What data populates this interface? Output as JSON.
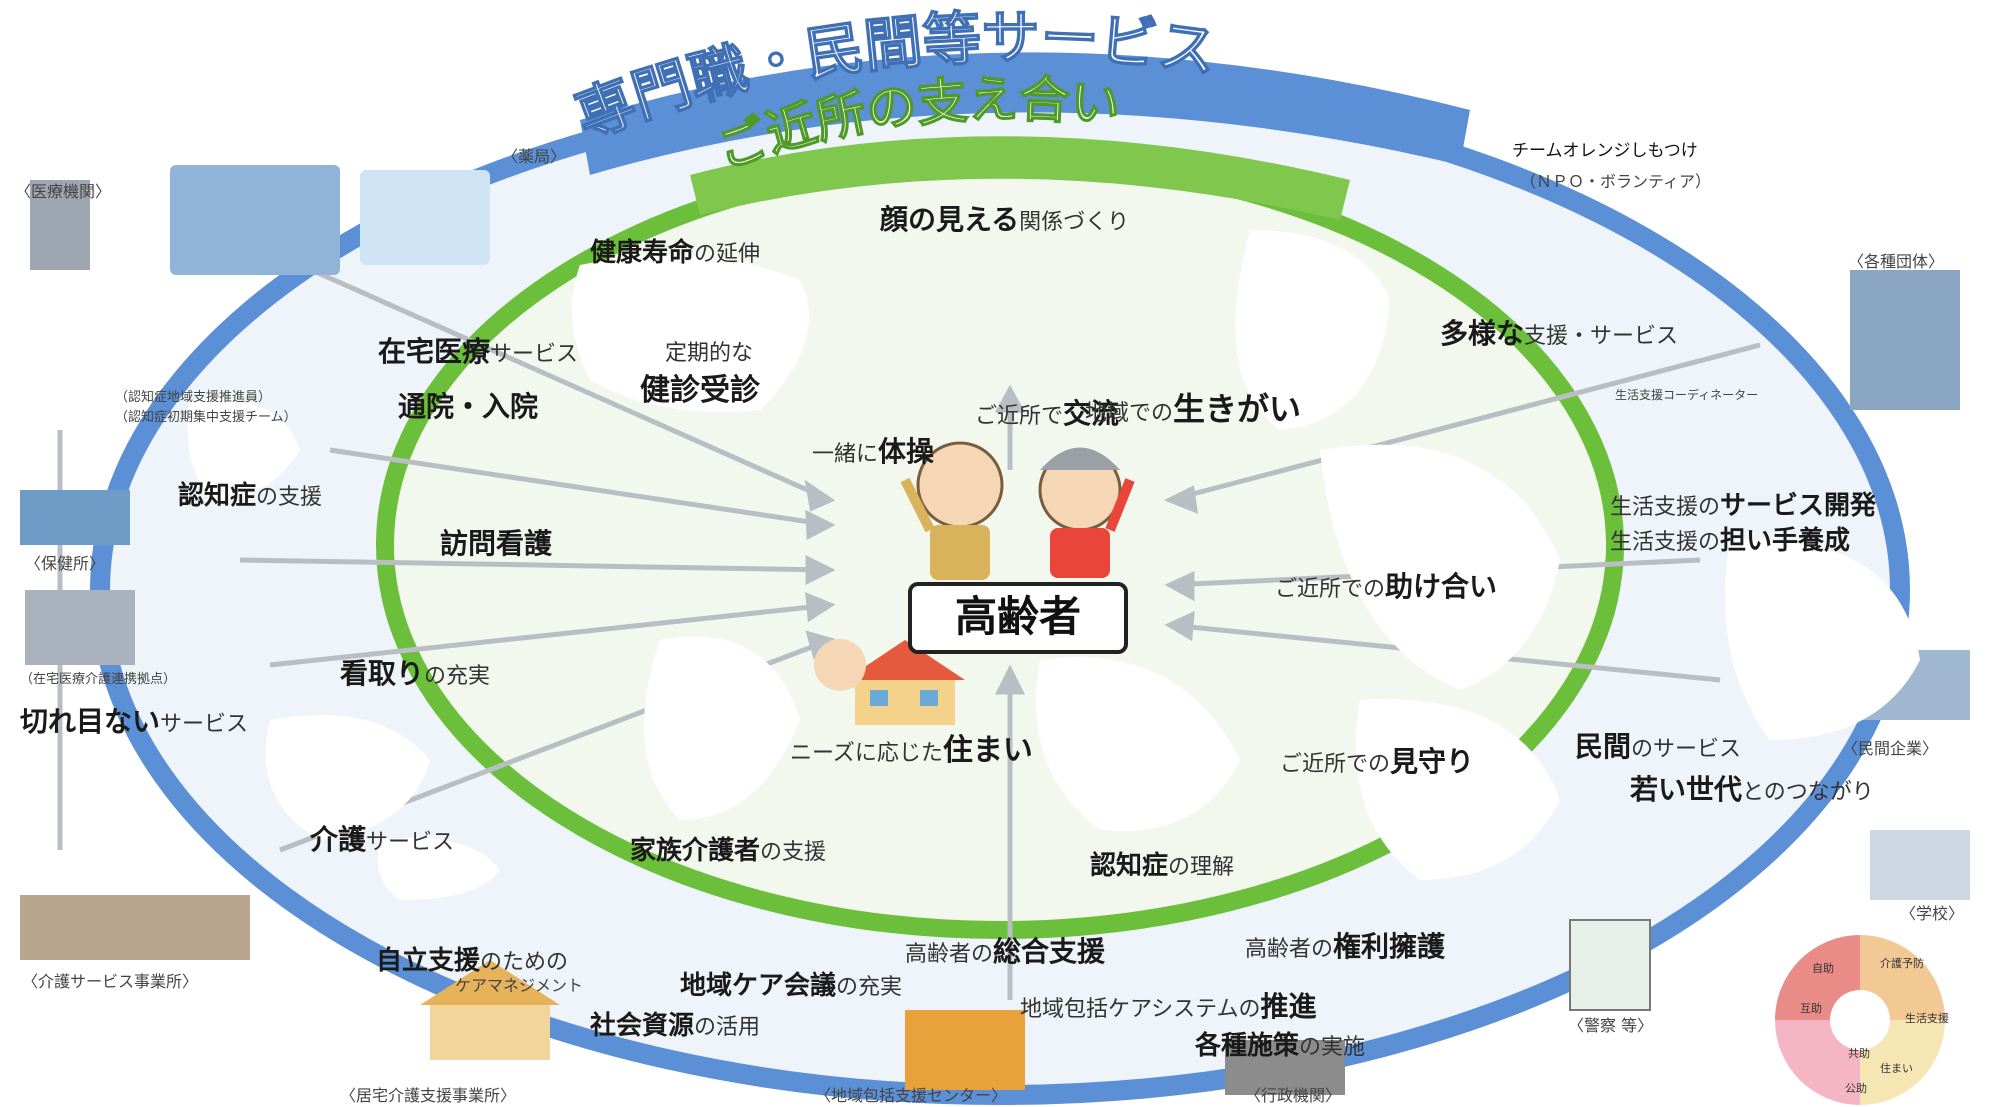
{
  "colors": {
    "outer_ring": "#5b8fd6",
    "inner_ring": "#6cbf3a",
    "disc": "#eef6ea",
    "arrow": "#b9bec4",
    "center_border": "#222222"
  },
  "arc_titles": {
    "outer": "専門職・民間等サービス",
    "inner": "ご近所の支え合い"
  },
  "center": {
    "label": "高齢者"
  },
  "inner_items": {
    "kao": {
      "strong": "顔の見える",
      "rest": "関係づくり"
    },
    "kenko": {
      "strong": "健康寿命",
      "rest": "の延伸"
    },
    "teiki": "定期的な",
    "kenshin": "健診受診",
    "koryu": {
      "pre": "ご近所で",
      "strong": "交流"
    },
    "taiso": {
      "pre": "一緒に",
      "strong": "体操"
    },
    "ikigai": {
      "pre": "地域での",
      "strong": "生きがい"
    },
    "tasuke": {
      "pre": "ご近所での",
      "strong": "助け合い"
    },
    "sumai": {
      "pre": "ニーズに応じた",
      "strong": "住まい"
    },
    "mimamori": {
      "pre": "ご近所での",
      "strong": "見守り"
    },
    "kazoku": {
      "strong": "家族介護者",
      "rest": "の支援"
    },
    "ninchi_rikai": {
      "strong": "認知症",
      "rest": "の理解"
    }
  },
  "outer_items": {
    "zaitaku": {
      "strong": "在宅医療",
      "rest": "サービス"
    },
    "tsuin": "通院・入院",
    "ninchi_shien": {
      "strong": "認知症",
      "rest": "の支援"
    },
    "homon": "訪問看護",
    "mitori": {
      "strong": "看取り",
      "rest": "の充実"
    },
    "kireme": {
      "strong": "切れ目ない",
      "rest": "サービス"
    },
    "kaigo": {
      "strong": "介護",
      "rest": "サービス"
    },
    "jiritsu": {
      "strong": "自立支援",
      "rest": "のための"
    },
    "caremanage": "ケアマネジメント",
    "chiikicare": {
      "strong": "地域ケア会議",
      "rest": "の充実"
    },
    "shakai": {
      "strong": "社会資源",
      "rest": "の活用"
    },
    "sogo": {
      "pre": "高齢者の",
      "strong": "総合支援"
    },
    "suishin": {
      "pre": "地域包括ケアシステムの",
      "strong": "推進"
    },
    "kakushu": {
      "strong": "各種施策",
      "rest": "の実施"
    },
    "kenri": {
      "pre": "高齢者の",
      "strong": "権利擁護"
    },
    "tayo": {
      "strong": "多様な",
      "rest": "支援・サービス"
    },
    "kaihatsu": {
      "pre": "生活支援の",
      "strong": "サービス開発"
    },
    "ninaite": {
      "pre": "生活支援の",
      "strong": "担い手養成"
    },
    "minkan": {
      "strong": "民間",
      "rest": "のサービス"
    },
    "wakai": {
      "strong": "若い世代",
      "rest": "とのつながり"
    }
  },
  "org_labels": {
    "iryo": "〈医療機関〉",
    "yakkyoku": "〈薬局〉",
    "team_orange": "チームオレンジしもつけ",
    "npo": "（ＮＰＯ・ボランティア）",
    "kakushu_dantai": "〈各種団体〉",
    "coordinator": "生活支援コーディネーター",
    "ninchi_suishin": "（認知症地域支援推進員）",
    "shoki_shuchu": "（認知症初期集中支援チーム）",
    "hokenjo": "〈保健所〉",
    "zaitaku_renkei": "（在宅医療介護連携拠点）",
    "kaigo_jigyosho": "〈介護サービス事業所〉",
    "kyotaku": "〈居宅介護支援事業所〉",
    "houkatsu": "〈地域包括支援センター〉",
    "gyosei": "〈行政機関〉",
    "keisatsu": "〈警察 等〉",
    "minkan_kigyo": "〈民間企業〉",
    "gakko": "〈学校〉"
  },
  "pie_labels": [
    "自助",
    "互助",
    "共助",
    "公助",
    "介護予防",
    "生活支援",
    "住まい"
  ]
}
